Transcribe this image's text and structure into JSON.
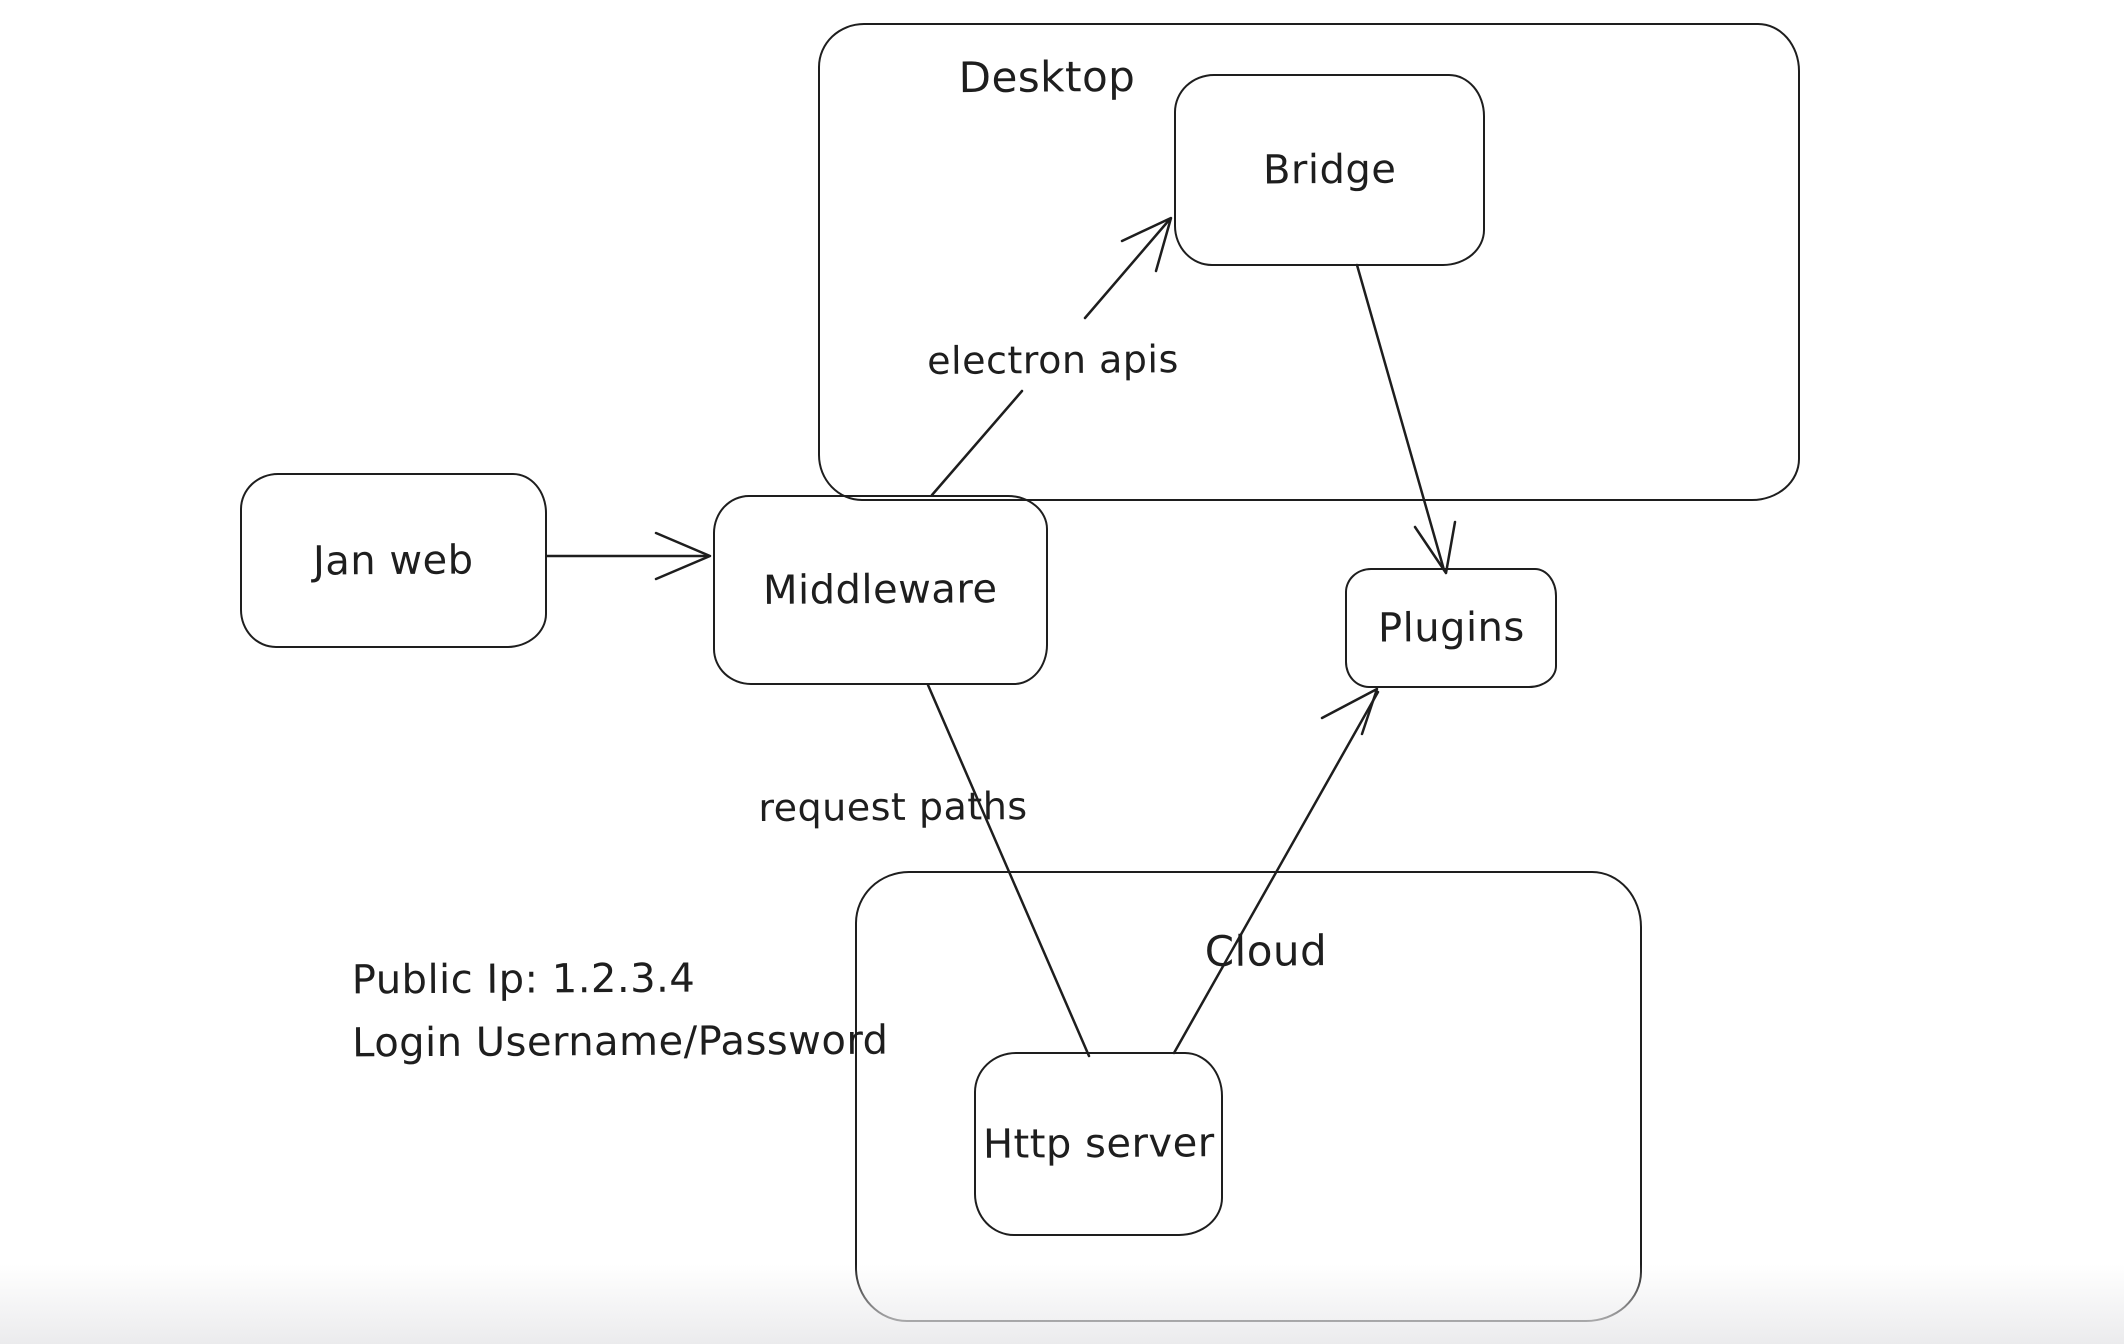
{
  "colors": {
    "stroke": "#1e1e1e",
    "canvas_background": "#ffffff",
    "bottom_fade": "#ececee"
  },
  "containers": {
    "desktop": {
      "label": "Desktop"
    },
    "cloud": {
      "label": "Cloud"
    }
  },
  "nodes": {
    "jan_web": {
      "label": "Jan web"
    },
    "middleware": {
      "label": "Middleware"
    },
    "bridge": {
      "label": "Bridge"
    },
    "plugins": {
      "label": "Plugins"
    },
    "http_server": {
      "label": "Http server"
    }
  },
  "edge_labels": {
    "electron_apis": {
      "label": "electron apis"
    },
    "request_paths": {
      "label": "request paths"
    }
  },
  "notes": {
    "line1": "Public Ip: 1.2.3.4",
    "line2": "Login Username/Password"
  },
  "connections": [
    {
      "from": "Jan web",
      "to": "Middleware",
      "label": "",
      "arrowhead": true
    },
    {
      "from": "Middleware",
      "to": "Bridge",
      "label": "electron apis",
      "arrowhead": true
    },
    {
      "from": "Bridge",
      "to": "Plugins",
      "label": "",
      "arrowhead": true
    },
    {
      "from": "Middleware",
      "to": "Http server",
      "label": "request paths",
      "arrowhead": false
    },
    {
      "from": "Http server",
      "to": "Plugins",
      "label": "",
      "arrowhead": true
    }
  ]
}
